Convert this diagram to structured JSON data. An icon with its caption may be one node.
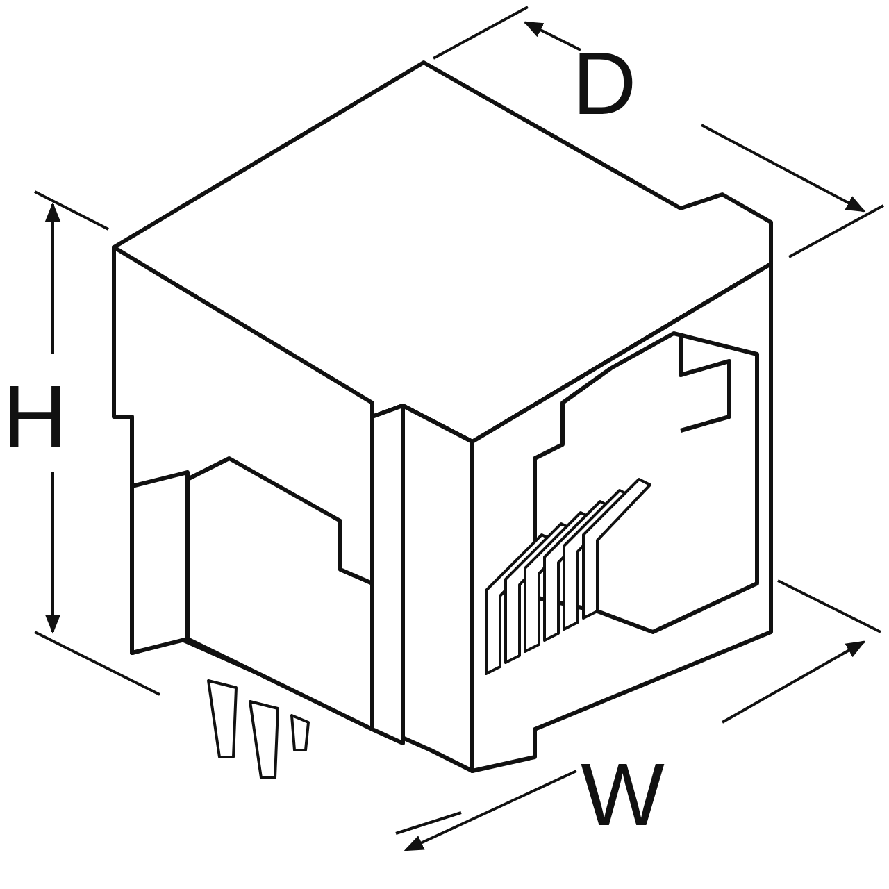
{
  "diagram": {
    "labels": [
      "D",
      "H",
      "W"
    ]
  }
}
